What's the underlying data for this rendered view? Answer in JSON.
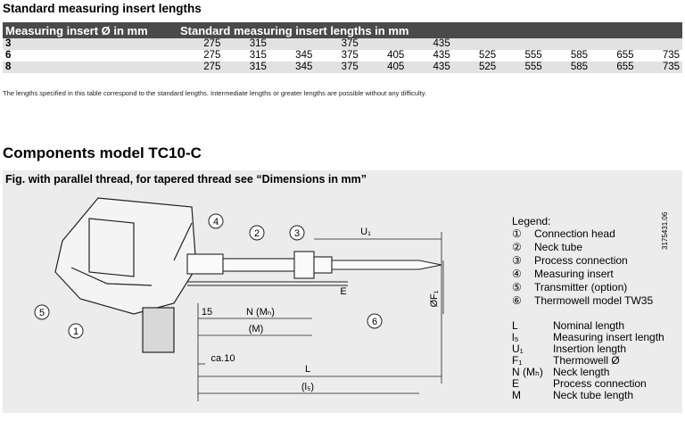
{
  "standard_lengths": {
    "title": "Standard measuring insert lengths",
    "col_header_diameter": "Measuring insert Ø in mm",
    "col_header_lengths": "Standard measuring insert lengths in mm",
    "rows": [
      {
        "diameter": "3",
        "values": [
          "275",
          "315",
          "",
          "375",
          "",
          "435",
          "",
          "",
          "",
          "",
          ""
        ]
      },
      {
        "diameter": "6",
        "values": [
          "275",
          "315",
          "345",
          "375",
          "405",
          "435",
          "525",
          "555",
          "585",
          "655",
          "735"
        ]
      },
      {
        "diameter": "8",
        "values": [
          "275",
          "315",
          "345",
          "375",
          "405",
          "435",
          "525",
          "555",
          "585",
          "655",
          "735"
        ]
      }
    ],
    "note": "The lengths specified in this table correspond to the standard lengths. Intermediate lengths or greater lengths are possible without any difficulty."
  },
  "components": {
    "title": "Components model TC10-C",
    "figure_caption": "Fig. with parallel thread, for tapered thread see “Dimensions in mm”",
    "doc_number": "3175431.06",
    "legend_title": "Legend:",
    "legend": [
      {
        "num": "①",
        "text": "Connection head"
      },
      {
        "num": "②",
        "text": "Neck tube"
      },
      {
        "num": "③",
        "text": "Process connection"
      },
      {
        "num": "④",
        "text": "Measuring insert"
      },
      {
        "num": "⑤",
        "text": "Transmitter (option)"
      },
      {
        "num": "⑥",
        "text": "Thermowell model TW35"
      }
    ],
    "abbreviations": [
      {
        "key": "L",
        "text": "Nominal length"
      },
      {
        "key": "l₅",
        "text": "Measuring insert length"
      },
      {
        "key": "U₁",
        "text": "Insertion length"
      },
      {
        "key": "F₁",
        "text": "Thermowell Ø"
      },
      {
        "key": "N (Mₕ)",
        "text": "Neck length"
      },
      {
        "key": "E",
        "text": "Process connection"
      },
      {
        "key": "M",
        "text": "Neck tube length"
      }
    ],
    "drawing_labels": {
      "c1": "1",
      "c2": "2",
      "c3": "3",
      "c4": "4",
      "c5": "5",
      "c6": "6",
      "u1": "U₁",
      "f1": "ØF₁",
      "e": "E",
      "d15": "15",
      "n": "N (Mₕ)",
      "m": "(M)",
      "ca10": "ca.10",
      "l": "L",
      "l5": "(l₅)"
    }
  }
}
